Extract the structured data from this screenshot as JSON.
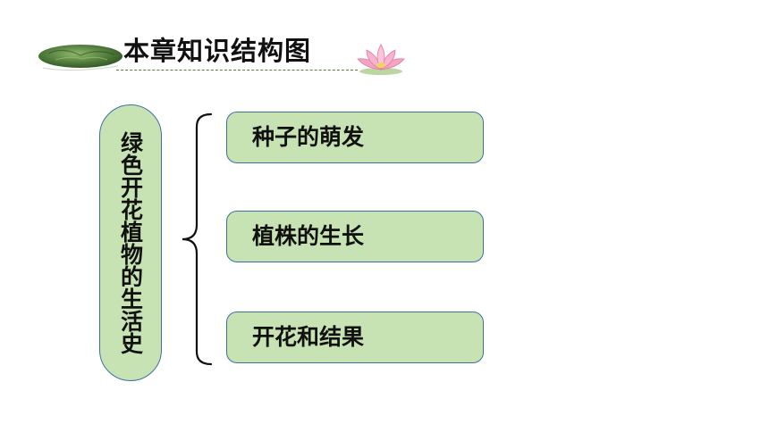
{
  "header": {
    "title": "本章知识结构图",
    "leaf_icon": "lily-pad-icon",
    "flower_icon": "lotus-flower-icon"
  },
  "diagram": {
    "root": "绿色开花植物的生活史",
    "branches": [
      {
        "label": "种子的萌发"
      },
      {
        "label": "植株的生长"
      },
      {
        "label": "开花和结果"
      }
    ],
    "connector_icon": "curly-brace-icon"
  },
  "colors": {
    "node_fill": "#c8e3b3",
    "node_border": "#3d6fa6",
    "text": "#111111",
    "leaf_green": "#4f7a3a",
    "lotus_pink": "#f08fb4"
  }
}
